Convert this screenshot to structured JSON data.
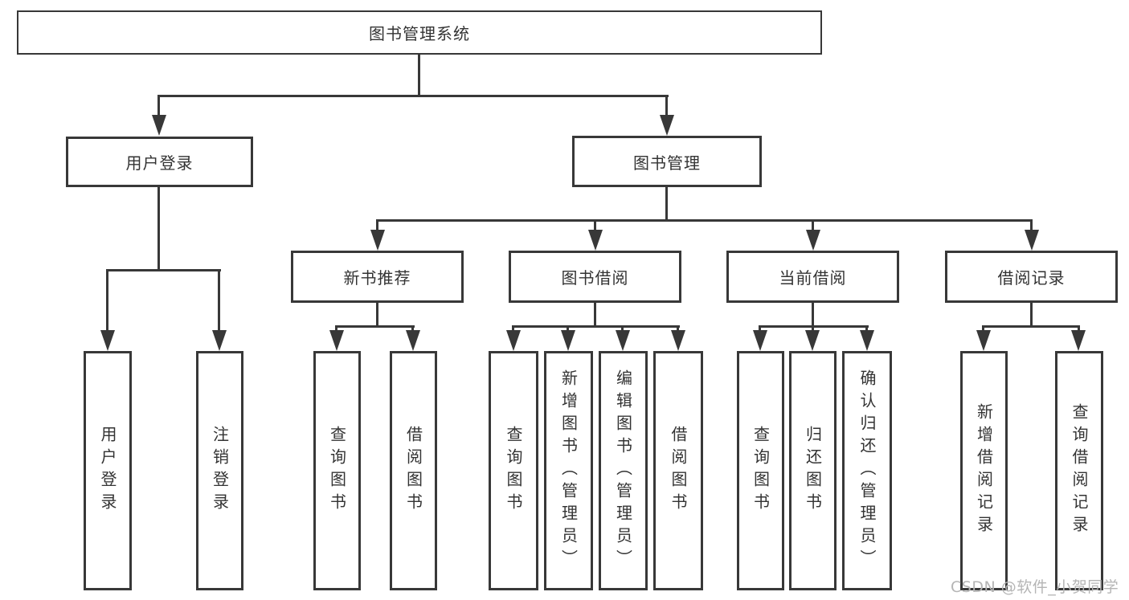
{
  "diagram": {
    "root": {
      "label": "图书管理系统"
    },
    "level2": [
      {
        "label": "用户登录"
      },
      {
        "label": "图书管理"
      }
    ],
    "level3": [
      {
        "label": "新书推荐"
      },
      {
        "label": "图书借阅"
      },
      {
        "label": "当前借阅"
      },
      {
        "label": "借阅记录"
      }
    ],
    "leaves": {
      "user_login": [
        "用户登录",
        "注销登录"
      ],
      "new_book_recommend": [
        "查询图书",
        "借阅图书"
      ],
      "book_borrowing": [
        "查询图书",
        "新增图书（管理员）",
        "编辑图书（管理员）",
        "借阅图书"
      ],
      "current_borrowing": [
        "查询图书",
        "归还图书",
        "确认归还（管理员）"
      ],
      "borrowing_records": [
        "新增借阅记录",
        "查询借阅记录"
      ]
    }
  },
  "watermark": {
    "text": "CSDN @软件_小贺同学"
  },
  "colors": {
    "line": "#383838",
    "text": "#333333",
    "watermark": "#b5b5b5",
    "background": "#ffffff"
  }
}
